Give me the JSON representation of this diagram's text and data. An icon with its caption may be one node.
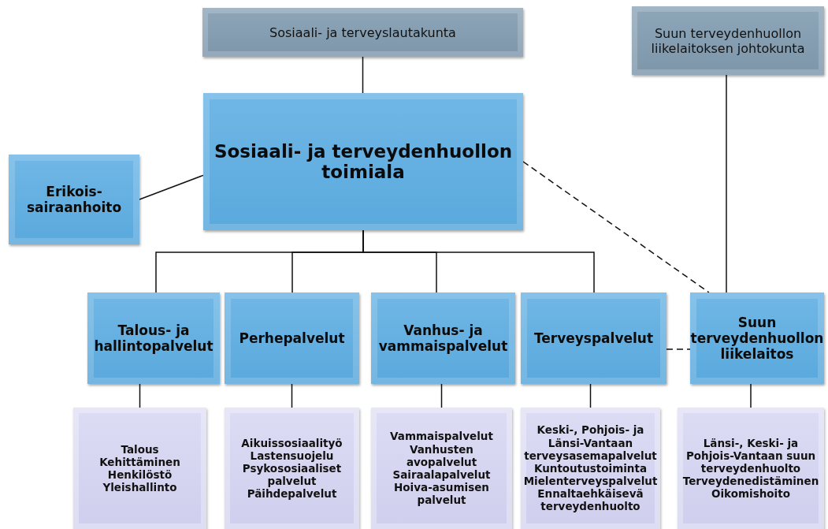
{
  "diagram": {
    "nodes": [
      {
        "text": [
          "Sosiaali- ja terveyslautakunta"
        ]
      },
      {
        "text": [
          "Suun terveydenhuollon liikelaitoksen johtokunta"
        ]
      },
      {
        "text": [
          "Sosiaali- ja terveydenhuollon toimiala"
        ]
      },
      {
        "text": [
          "Erikois-sairaanhoito"
        ]
      },
      {
        "text": [
          "Talous- ja hallintopalvelut"
        ]
      },
      {
        "text": [
          "Perhepalvelut"
        ]
      },
      {
        "text": [
          "Vanhus- ja vammaispalvelut"
        ]
      },
      {
        "text": [
          "Terveyspalvelut"
        ]
      },
      {
        "text": [
          "Suun terveydenhuollon liikelaitos"
        ]
      },
      {
        "text": [
          "Talous",
          "Kehittäminen",
          "Henkilöstö",
          "Yleishallinto"
        ]
      },
      {
        "text": [
          "Aikuissosiaalityö",
          "Lastensuojelu",
          "Psykososiaaliset palvelut",
          "Päihdepalvelut"
        ]
      },
      {
        "text": [
          "Vammaispalvelut",
          "Vanhusten avopalvelut",
          "Sairaalapalvelut",
          "Hoiva-asumisen palvelut"
        ]
      },
      {
        "text": [
          "Keski-, Pohjois- ja Länsi-Vantaan terveysasemapalvelut",
          "Kuntoutustoiminta",
          "Mielenterveyspalvelut",
          "Ennaltaehkäisevä terveydenhuolto"
        ]
      },
      {
        "text": [
          "Länsi-, Keski- ja Pohjois-Vantaan suun terveydenhuolto",
          "Terveydenedistäminen",
          "Oikomishoito"
        ]
      }
    ],
    "edges": [
      {
        "from": 0,
        "to": 2,
        "arrow": "none"
      },
      {
        "from": 1,
        "to": 8,
        "arrow": "none"
      },
      {
        "from": 2,
        "to": 3,
        "arrow": "none"
      },
      {
        "from": 2,
        "to": 8,
        "arrow": "none",
        "style": "dashed"
      },
      {
        "from": 2,
        "to": 4,
        "arrow": "none"
      },
      {
        "from": 2,
        "to": 5,
        "arrow": "none"
      },
      {
        "from": 2,
        "to": 6,
        "arrow": "none"
      },
      {
        "from": 2,
        "to": 7,
        "arrow": "none"
      },
      {
        "from": 7,
        "to": 8,
        "arrow": "none",
        "style": "dashed"
      },
      {
        "from": 4,
        "to": 9,
        "arrow": "none"
      },
      {
        "from": 5,
        "to": 10,
        "arrow": "none"
      },
      {
        "from": 6,
        "to": 11,
        "arrow": "none"
      },
      {
        "from": 7,
        "to": 12,
        "arrow": "none"
      },
      {
        "from": 8,
        "to": 13,
        "arrow": "none"
      }
    ]
  }
}
